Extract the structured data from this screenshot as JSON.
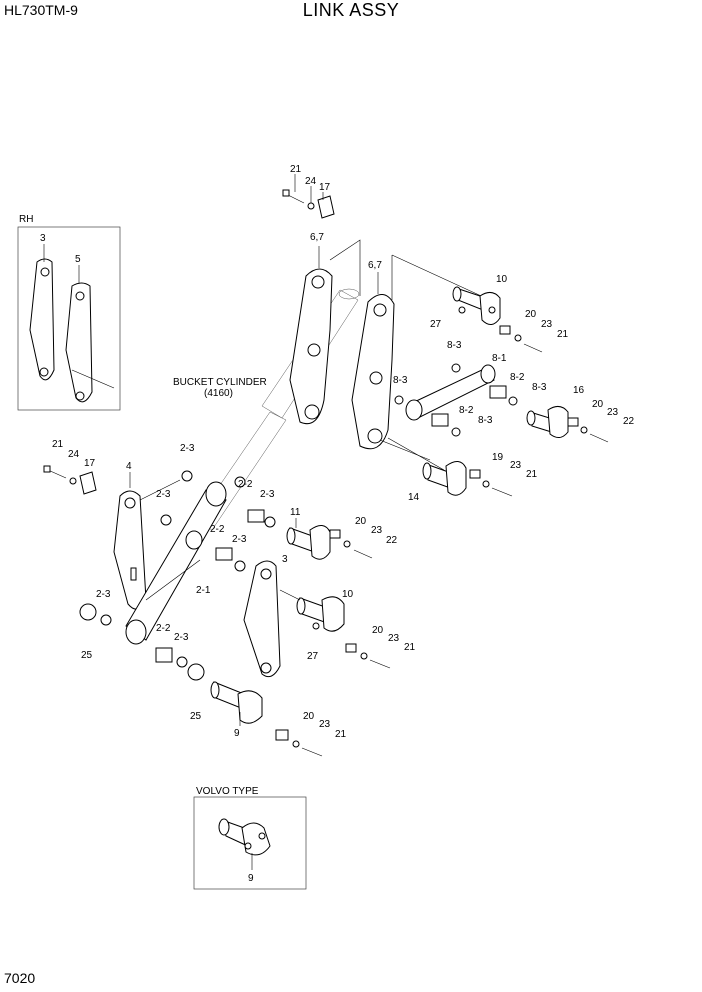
{
  "header": {
    "model": "HL730TM-9",
    "title": "LINK ASSY"
  },
  "footer": {
    "page_number": "7020"
  },
  "insets": {
    "rh_label": "RH",
    "volvo_label": "VOLVO TYPE"
  },
  "annotations": {
    "cylinder_name": "BUCKET CYLINDER",
    "cylinder_code": "(4160)"
  },
  "callouts": {
    "c21a": "21",
    "c24a": "24",
    "c17a": "17",
    "c67a": "6,7",
    "c67b": "6,7",
    "c10a": "10",
    "c27a": "27",
    "c20a": "20",
    "c23a": "23",
    "c21b": "21",
    "c83a": "8-3",
    "c81": "8-1",
    "c83b": "8-3",
    "c82a": "8-2",
    "c83c": "8-3",
    "c16": "16",
    "c20b": "20",
    "c23b": "23",
    "c22a": "22",
    "c82b": "8-2",
    "c83d": "8-3",
    "c19": "19",
    "c23c": "23",
    "c21c": "21",
    "c14": "14",
    "rh3": "3",
    "rh5": "5",
    "c21d": "21",
    "c24b": "24",
    "c17b": "17",
    "c4": "4",
    "c23d": "2-3",
    "c23e": "2-3",
    "c22b": "2-2",
    "c23f": "2-3",
    "c22c": "2-2",
    "c23g": "2-3",
    "c21l": "2-1",
    "c11": "11",
    "c20c": "20",
    "c23h": "23",
    "c22d": "22",
    "c3": "3",
    "c10b": "10",
    "c27b": "27",
    "c20d": "20",
    "c23i": "23",
    "c21e": "21",
    "c23j": "2-3",
    "c25a": "25",
    "c22e": "2-2",
    "c23k": "2-3",
    "c25b": "25",
    "c9": "9",
    "c20e": "20",
    "c23l": "23",
    "c21f": "21",
    "c9v": "9"
  }
}
